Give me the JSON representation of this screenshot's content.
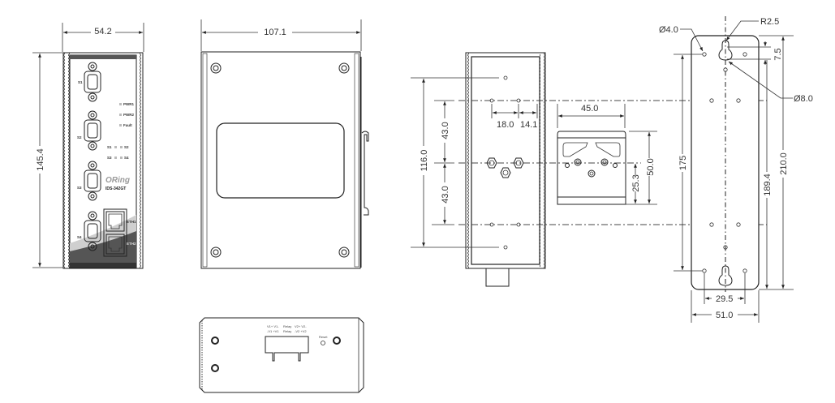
{
  "drawing": {
    "front_view": {
      "width_label": "54.2",
      "height_label": "145.4",
      "ports": [
        "S1",
        "S2",
        "S3",
        "S4"
      ],
      "leds": [
        "PWR1",
        "PWR2",
        "Fault"
      ],
      "serial_leds": [
        "S1",
        "S2",
        "S3",
        "S4"
      ],
      "brand": "ORing",
      "model": "IDS-342GT",
      "eth_ports": [
        "ETH1",
        "ETH2"
      ]
    },
    "side_view": {
      "width_label": "107.1"
    },
    "top_view": {
      "terminal_labels": [
        "V1+ V1-",
        "Relay",
        "V2+ V2-"
      ],
      "terminal_sub": [
        "-V1 +V1",
        "Relay",
        "-V2 +V2"
      ],
      "reset_label": "Reset"
    },
    "rear_view": {
      "dim_116": "116.0",
      "dim_43_top": "43.0",
      "dim_43_bottom": "43.0",
      "dim_18": "18.0",
      "dim_14": "14.1"
    },
    "din_clip": {
      "width_label": "45.0",
      "height_label": "50.0",
      "center_label": "25.3"
    },
    "wall_plate": {
      "hole_dia": "Ø4.0",
      "radius": "R2.5",
      "keyhole_dia": "Ø8.0",
      "slot_len": "7.5",
      "dim_175": "175",
      "dim_189": "189.4",
      "dim_210": "210.0",
      "dim_29": "29.5",
      "dim_51": "51.0"
    }
  }
}
